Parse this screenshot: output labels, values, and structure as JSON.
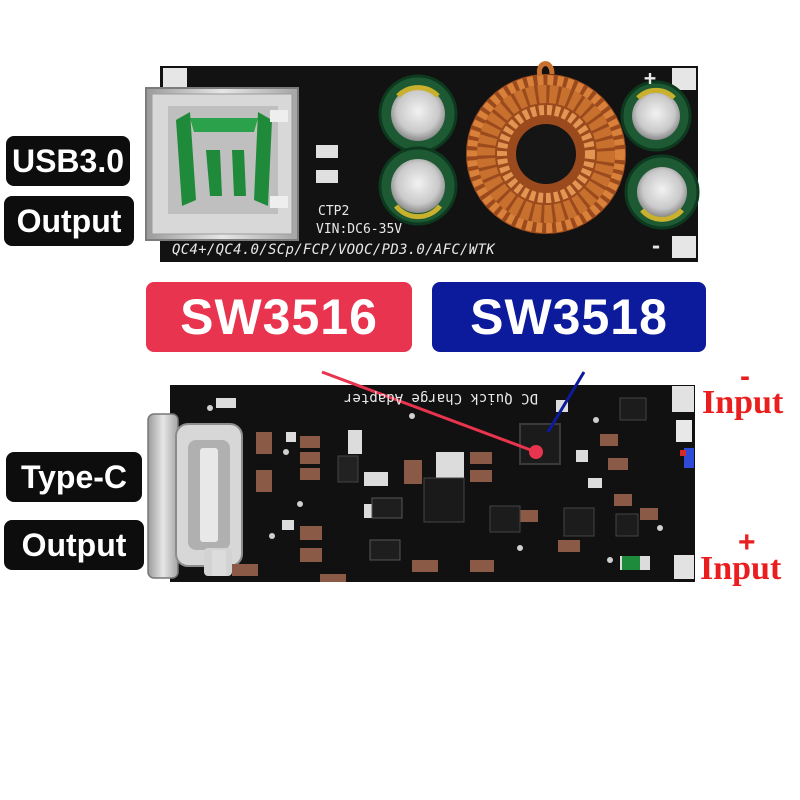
{
  "labels": {
    "usb_line1": "USB3.0",
    "usb_line2": "Output",
    "typec_line1": "Type-C",
    "typec_line2": "Output",
    "chip_left": "SW3516",
    "chip_right": "SW3518",
    "input_minus_sign": "-",
    "input_minus_text": "Input",
    "input_plus_sign": "+",
    "input_plus_text": "Input"
  },
  "top_board": {
    "model": "CTP2",
    "vin": "VIN:DC6-35V",
    "protocols": "QC4+/QC4.0/SCp/FCP/VOOC/PD3.0/AFC/WTK",
    "plus_mark": "+",
    "minus_mark": "-"
  },
  "bottom_board": {
    "silkscreen": "DC Quick Charge Adapter"
  },
  "colors": {
    "chip_left_bg": "#e8344e",
    "chip_right_bg": "#0c1a9c",
    "input_red": "#ea1e1e",
    "pcb_black": "#111111",
    "copper": "#c8702e"
  }
}
